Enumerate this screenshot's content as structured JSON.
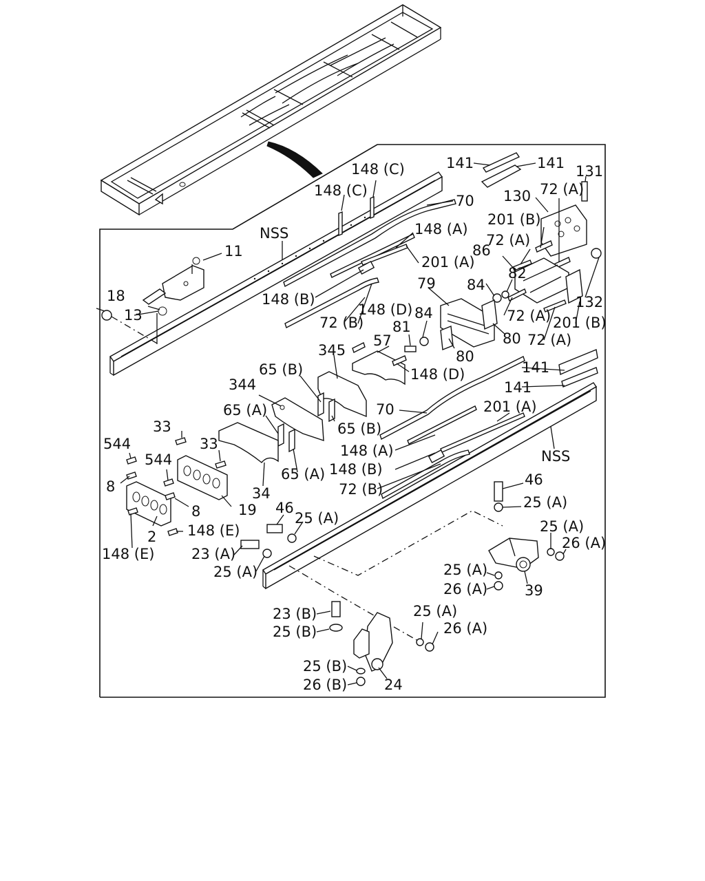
{
  "labels": {
    "l141a": "141",
    "l141b": "141",
    "l131": "131",
    "l148c1": "148 (C)",
    "l148c2": "148 (C)",
    "l70a": "70",
    "l130": "130",
    "l72a1": "72 (A)",
    "lnss1": "NSS",
    "l11": "11",
    "l148a1": "148 (A)",
    "l201b1": "201 (B)",
    "l72a2": "72 (A)",
    "l86": "86",
    "l201a1": "201 (A)",
    "l82": "82",
    "l84a": "84",
    "l18": "18",
    "l148b1": "148 (B)",
    "l79": "79",
    "l132": "132",
    "l13": "13",
    "l148d1": "148 (D)",
    "l72a3": "72 (A)",
    "l201b2": "201 (B)",
    "l72b1": "72 (B)",
    "l84b": "84",
    "l81": "81",
    "l72a4": "72 (A)",
    "l57": "57",
    "l80a": "80",
    "l345": "345",
    "l80b": "80",
    "l148d2": "148 (D)",
    "l65b1": "65 (B)",
    "l141c": "141",
    "l141d": "141",
    "l344": "344",
    "l70b": "70",
    "l201a2": "201 (A)",
    "l65a1": "65 (A)",
    "l65b2": "65 (B)",
    "l33a": "33",
    "l33b": "33",
    "l544a": "544",
    "l148a2": "148 (A)",
    "lnss2": "NSS",
    "l544b": "544",
    "l148b2": "148 (B)",
    "l65a2": "65 (A)",
    "l8a": "8",
    "l72b2": "72 (B)",
    "l46a": "46",
    "l34": "34",
    "l25a1": "25 (A)",
    "l8b": "8",
    "l19": "19",
    "l46b": "46",
    "l25a2": "25 (A)",
    "l25a3": "25 (A)",
    "l2": "2",
    "l148e1": "148 (E)",
    "l26a1": "26 (A)",
    "l23a": "23 (A)",
    "l148e2": "148 (E)",
    "l25a4": "25 (A)",
    "l25a5": "25 (A)",
    "l26a2": "26 (A)",
    "l39": "39",
    "l23b": "23 (B)",
    "l25a6": "25 (A)",
    "l25b1": "25 (B)",
    "l26a3": "26 (A)",
    "l25b2": "25 (B)",
    "l26b": "26 (B)",
    "l24": "24"
  }
}
